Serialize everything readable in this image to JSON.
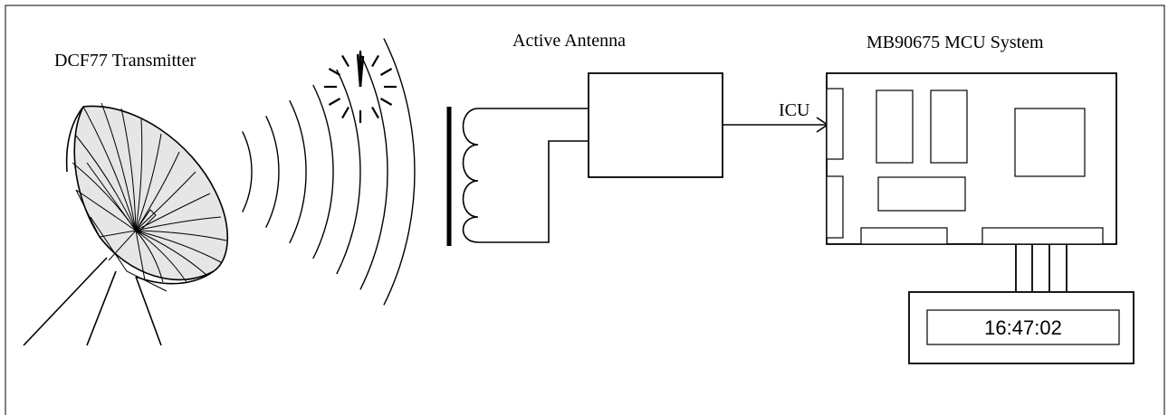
{
  "labels": {
    "transmitter": "DCF77 Transmitter",
    "antenna": "Active Antenna",
    "mcu_system": "MB90675 MCU System",
    "icu": "ICU"
  },
  "display": {
    "time": "16:47:02"
  },
  "icons": {
    "dish": "satellite-dish-icon",
    "clock": "clock-icon",
    "waves": "radio-waves-icon"
  },
  "colors": {
    "line": "#000000",
    "dish_fill": "#e6e6e6",
    "background": "#ffffff"
  }
}
